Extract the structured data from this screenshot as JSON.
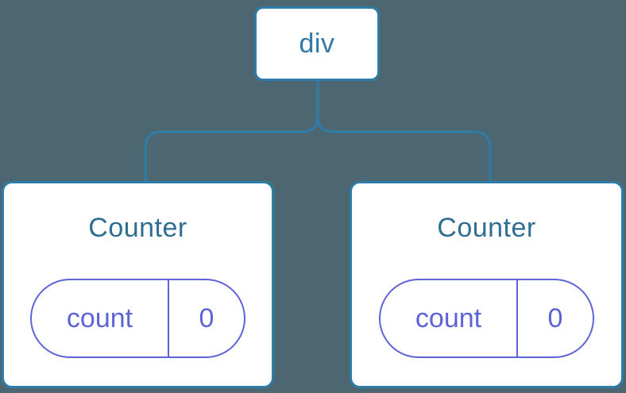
{
  "colors": {
    "background": "#4C6771",
    "tree_stroke": "#2F7CA8",
    "node_background": "#FFFFFF",
    "root_label_color": "#3179A9",
    "component_title_color": "#2D6E91",
    "state_color": "#5E64D8"
  },
  "tree": {
    "root": {
      "label": "div"
    },
    "children": [
      {
        "title": "Counter",
        "state": {
          "key": "count",
          "value": "0"
        }
      },
      {
        "title": "Counter",
        "state": {
          "key": "count",
          "value": "0"
        }
      }
    ]
  }
}
